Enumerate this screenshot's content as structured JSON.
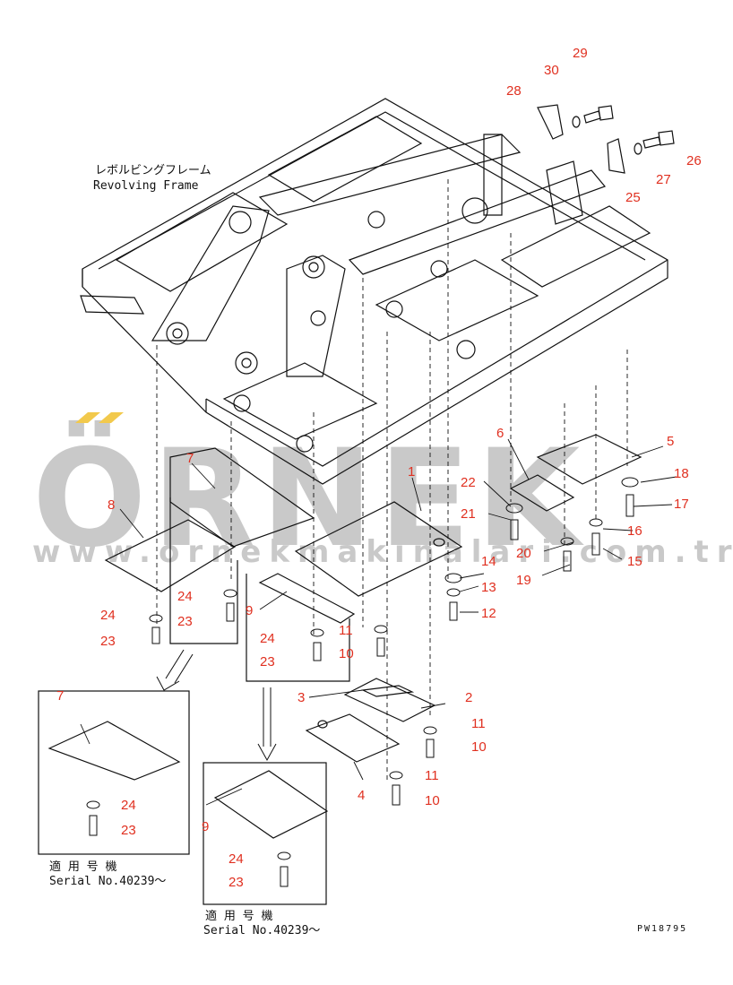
{
  "frame_title_jp": "レボルビングフレーム",
  "frame_title_en": "Revolving Frame",
  "watermark": {
    "brand": "ÖRNEK",
    "url": "www.ornekmakinalari.com.tr"
  },
  "callouts": [
    "1",
    "2",
    "3",
    "4",
    "5",
    "6",
    "7",
    "8",
    "9",
    "10",
    "10",
    "10",
    "11",
    "11",
    "11",
    "12",
    "13",
    "14",
    "15",
    "16",
    "17",
    "18",
    "19",
    "20",
    "21",
    "22",
    "23",
    "23",
    "23",
    "23",
    "24",
    "24",
    "24",
    "24",
    "25",
    "26",
    "27",
    "28",
    "29",
    "30",
    "7",
    "9"
  ],
  "inset_left": {
    "applicability_jp": "適 用 号 機",
    "serial": "Serial No.40239〜"
  },
  "inset_right": {
    "applicability_jp": "適 用 号 機",
    "serial": "Serial No.40239〜"
  },
  "drawing_code": "PW18795",
  "colors": {
    "callout": "#e03020",
    "line": "#111111",
    "watermark": "#c9c9c9",
    "accent": "#f2c94c"
  }
}
